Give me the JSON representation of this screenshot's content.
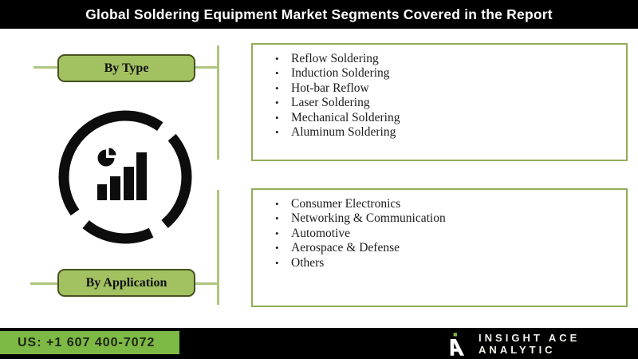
{
  "header": {
    "title": "Global Soldering Equipment Market Segments Covered in the Report"
  },
  "segments": [
    {
      "label": "By Type",
      "items": [
        "Reflow Soldering",
        "Induction Soldering",
        "Hot-bar Reflow",
        "Laser Soldering",
        "Mechanical Soldering",
        "Aluminum Soldering"
      ]
    },
    {
      "label": "By Application",
      "items": [
        "Consumer Electronics",
        "Networking & Communication",
        "Automotive",
        "Aerospace & Defense",
        "Others"
      ]
    }
  ],
  "icons": {
    "center": "market-analytics-chart-icon",
    "brand": "insight-ace-logo"
  },
  "footer": {
    "phone": "US: +1 607 400-7072",
    "company": "INSIGHT ACE ANALYTIC"
  },
  "colors": {
    "banner_bg": "#000000",
    "banner_text": "#ffffff",
    "button_fill": "#a2c161",
    "button_border": "#46521f",
    "box_border": "#91ad56",
    "connector": "#aec67e",
    "footer_green": "#7db944",
    "icon_black": "#0d0d0d"
  }
}
